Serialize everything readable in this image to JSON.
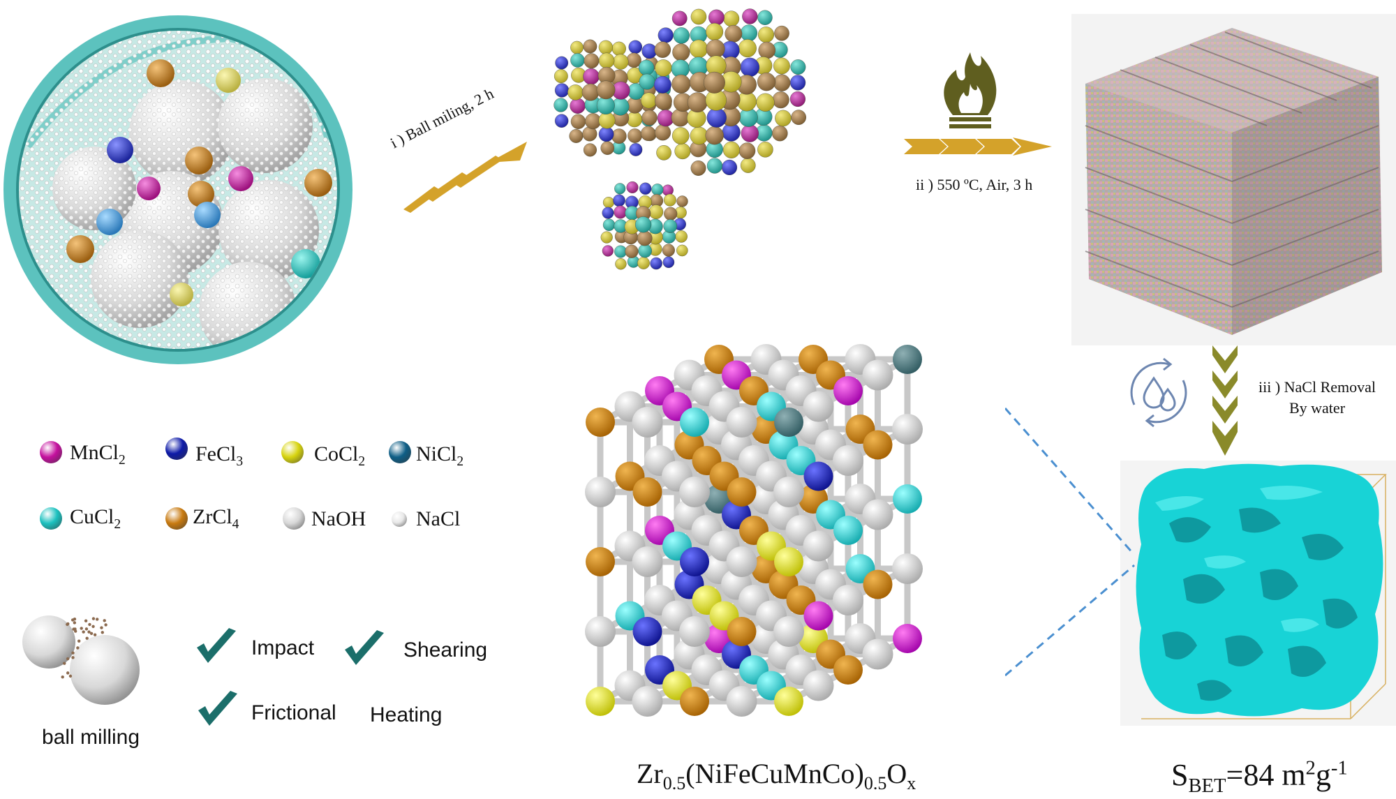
{
  "steps": {
    "step1": "i ) Ball miling, 2 h",
    "step2": "ii ) 550 ºC,  Air, 3 h",
    "step3_line1": "iii ) NaCl Removal",
    "step3_line2": "By water"
  },
  "legend": [
    {
      "main": "MnCl",
      "sub": "2",
      "color": "#c4109e"
    },
    {
      "main": "FeCl",
      "sub": "3",
      "color": "#0d1aa8"
    },
    {
      "main": "CoCl",
      "sub": "2",
      "color": "#d7d40f"
    },
    {
      "main": "NiCl",
      "sub": "2",
      "color": "#0e5e86"
    },
    {
      "main": "CuCl",
      "sub": "2",
      "color": "#1cc1bf"
    },
    {
      "main": "ZrCl",
      "sub": "4",
      "color": "#c87a10"
    },
    {
      "main": "NaOH",
      "sub": "",
      "color": "#d8d8d8"
    },
    {
      "main": "NaCl",
      "sub": "",
      "color": "#e8e8e8"
    }
  ],
  "milling": {
    "label": "ball milling",
    "effects": [
      "Impact",
      "Shearing",
      "Frictional",
      "Heating"
    ]
  },
  "formula": {
    "p1": "Zr",
    "s1": "0.5",
    "p2": "(NiFeCuMnCo)",
    "s2": "0.5",
    "p3": "O",
    "s3": "x"
  },
  "bet": {
    "label": "S",
    "label_sub": "BET",
    "equals": "=84 m",
    "sup1": "2",
    "unit": "g",
    "sup2": "-1"
  },
  "colors": {
    "arrow": "#d4a22a",
    "down_arrow": "#8a8a2a",
    "jar_ring": "#5cc2be",
    "porous": "#1ed6d8",
    "flame": "#5f5e1f",
    "check": "#1b6e6a",
    "dash": "#4a8fd0"
  }
}
